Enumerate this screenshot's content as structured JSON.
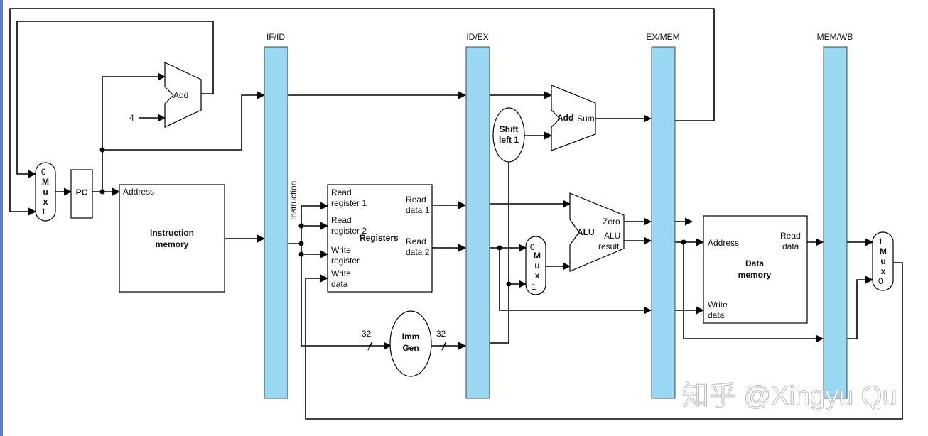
{
  "pipeline_registers": {
    "if_id": "IF/ID",
    "id_ex": "ID/EX",
    "ex_mem": "EX/MEM",
    "mem_wb": "MEM/WB"
  },
  "pc_mux": {
    "in0": "0",
    "m": "M",
    "u": "u",
    "x": "x",
    "in1": "1"
  },
  "pc": "PC",
  "pc_adder": {
    "label": "Add",
    "constant": "4"
  },
  "instruction_memory": {
    "address": "Address",
    "title_line1": "Instruction",
    "title_line2": "memory"
  },
  "instruction_bus_label": "Instruction",
  "registers": {
    "title": "Registers",
    "read_register_1_line1": "Read",
    "read_register_1_line2": "register 1",
    "read_register_2_line1": "Read",
    "read_register_2_line2": "register 2",
    "write_register_line1": "Write",
    "write_register_line2": "register",
    "write_data_line1": "Write",
    "write_data_line2": "data",
    "read_data_1_line1": "Read",
    "read_data_1_line2": "data 1",
    "read_data_2_line1": "Read",
    "read_data_2_line2": "data 2"
  },
  "imm_gen": {
    "line1": "Imm",
    "line2": "Gen",
    "in_width": "32",
    "out_width": "32"
  },
  "shift_left": {
    "line1": "Shift",
    "line2": "left 1"
  },
  "branch_adder": {
    "label": "Add",
    "sum": "Sum"
  },
  "alu_mux": {
    "in0": "0",
    "m": "M",
    "u": "u",
    "x": "x",
    "in1": "1"
  },
  "alu": {
    "label": "ALU",
    "zero": "Zero",
    "result_line1": "ALU",
    "result_line2": "result"
  },
  "data_memory": {
    "address": "Address",
    "read_data_line1": "Read",
    "read_data_line2": "data",
    "title_line1": "Data",
    "title_line2": "memory",
    "write_data_line1": "Write",
    "write_data_line2": "data"
  },
  "wb_mux": {
    "in1": "1",
    "m": "M",
    "u": "u",
    "x": "x",
    "in0": "0"
  },
  "watermark": "知乎 @Xingyu Qu"
}
